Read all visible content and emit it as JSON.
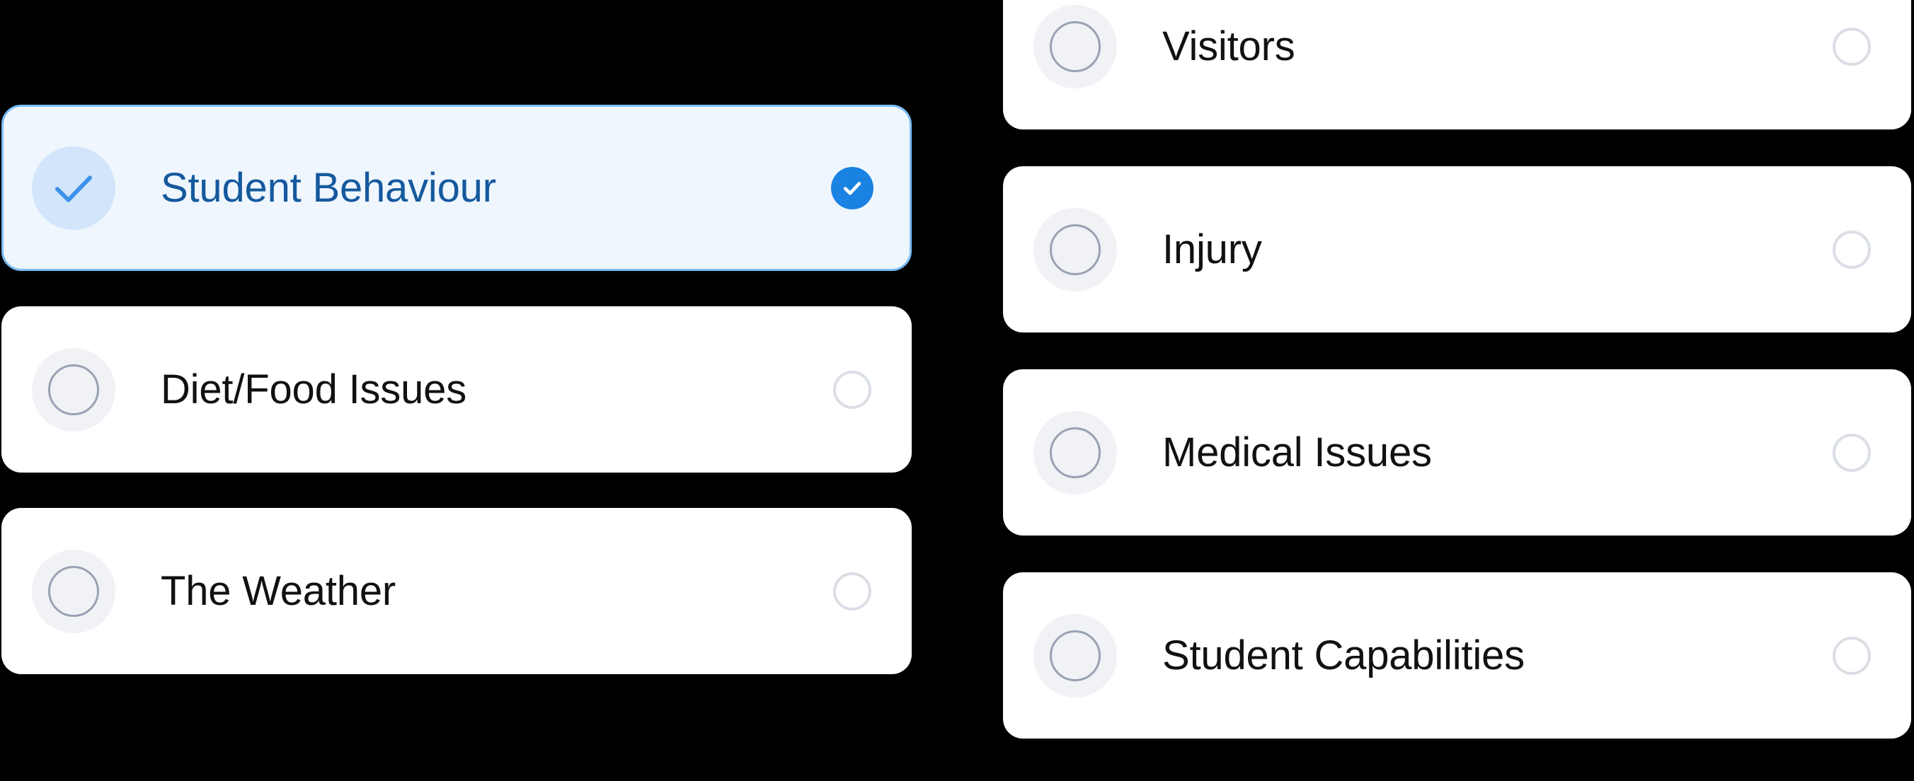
{
  "screen": {
    "name": "category-multi-select",
    "background_color": "#000000"
  },
  "theme": {
    "accent": "#1a82e2",
    "selected_card_bg": "#eff6fe",
    "selected_card_border": "#7cbcf4",
    "selected_text": "#15599d",
    "card_bg": "#ffffff",
    "label_text": "#111113",
    "bubble_bg": "#f1f2f5",
    "bubble_bg_selected": "#d2e5fa",
    "ring_border": "#99a2b3",
    "radio_border": "#dadee5"
  },
  "columns": [
    {
      "name": "left-column",
      "items": [
        {
          "label": "Student Behaviour",
          "selected": true,
          "left_icon": "check-icon",
          "right_icon": "check-circle-filled-icon"
        },
        {
          "label": "Diet/Food Issues",
          "selected": false,
          "left_icon": "circle-outline-icon",
          "right_icon": "radio-unchecked-icon"
        },
        {
          "label": "The Weather",
          "selected": false,
          "left_icon": "circle-outline-icon",
          "right_icon": "radio-unchecked-icon"
        }
      ]
    },
    {
      "name": "right-column",
      "items": [
        {
          "label": "Visitors",
          "selected": false,
          "left_icon": "circle-outline-icon",
          "right_icon": "radio-unchecked-icon"
        },
        {
          "label": "Injury",
          "selected": false,
          "left_icon": "circle-outline-icon",
          "right_icon": "radio-unchecked-icon"
        },
        {
          "label": "Medical Issues",
          "selected": false,
          "left_icon": "circle-outline-icon",
          "right_icon": "radio-unchecked-icon"
        },
        {
          "label": "Student Capabilities",
          "selected": false,
          "left_icon": "circle-outline-icon",
          "right_icon": "radio-unchecked-icon"
        }
      ]
    }
  ]
}
